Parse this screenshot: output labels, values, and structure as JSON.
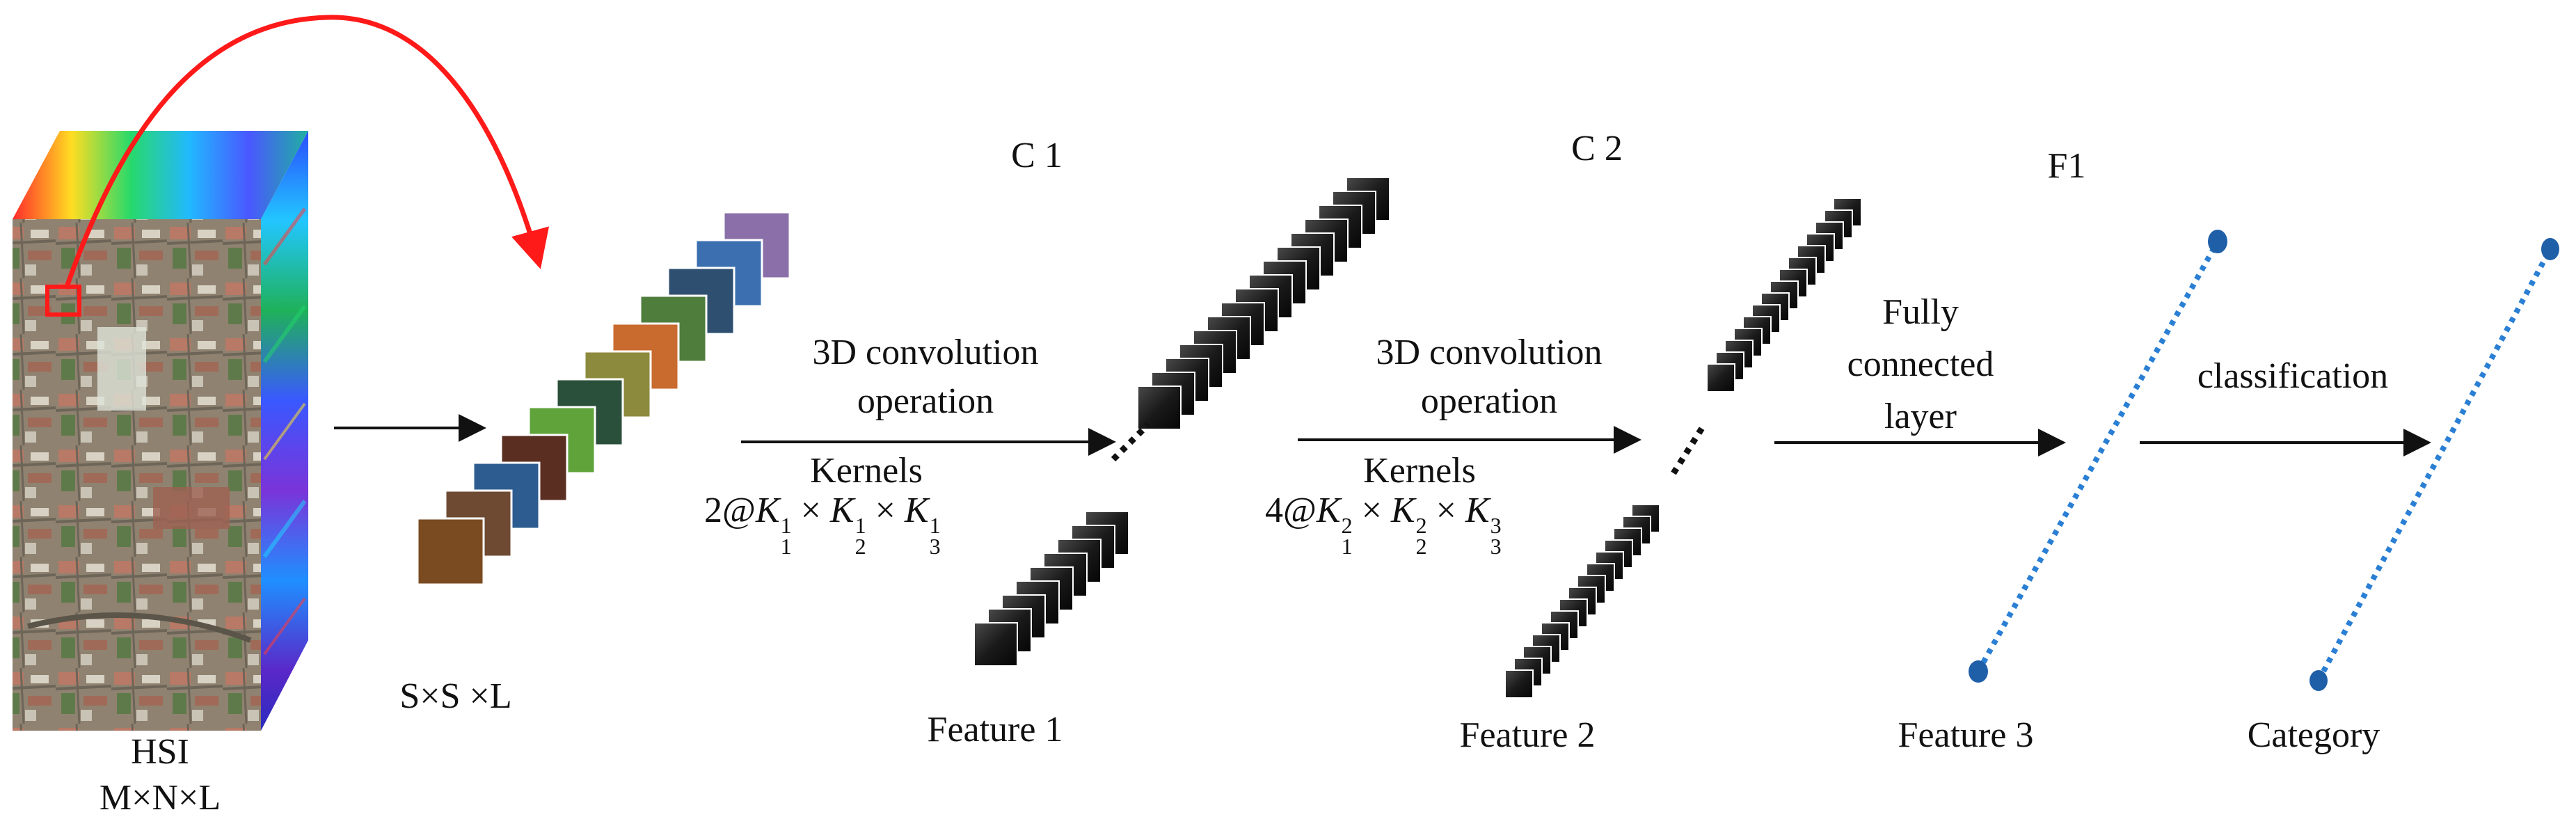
{
  "figure": {
    "hsi_label": "HSI",
    "hsi_dims": "M×N×L",
    "patch_dims": "S×S ×L",
    "c1_label": "C 1",
    "c2_label": "C 2",
    "f1_label": "F1",
    "op1_line1": "3D convolution",
    "op1_line2": "operation",
    "op2_line1": "3D convolution",
    "op2_line2": "operation",
    "kernels1_title": "Kernels",
    "kernels1_count": "2@",
    "kernels2_title": "Kernels",
    "kernels2_count": "4@",
    "kernel_symbol": "K",
    "kernels1_sub": [
      "1",
      "2",
      "3"
    ],
    "kernels1_sup": [
      "1",
      "1",
      "1"
    ],
    "kernels2_sub": [
      "1",
      "2",
      "3"
    ],
    "kernels2_sup": [
      "2",
      "2",
      "3"
    ],
    "times": "×",
    "fc_line1": "Fully",
    "fc_line2": "connected",
    "fc_line3": "layer",
    "classification_label": "classification",
    "feature1_label": "Feature 1",
    "feature2_label": "Feature 2",
    "feature3_label": "Feature 3",
    "category_label": "Category"
  },
  "colors": {
    "arrow": "#111111",
    "highlight": "#ff1a1a",
    "dotted_line": "#2a7fd4",
    "node": "#1f5fa8",
    "feature_map": "#0d0d0d"
  }
}
